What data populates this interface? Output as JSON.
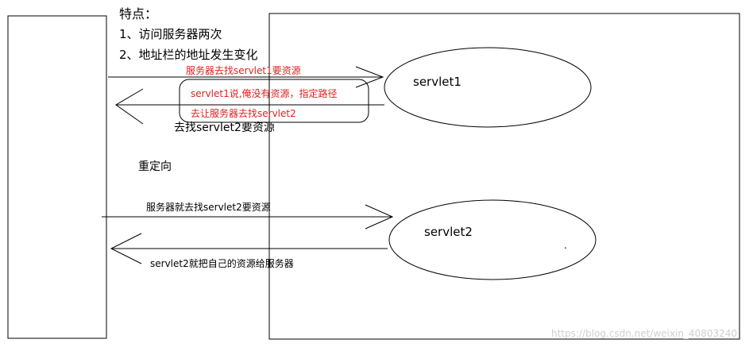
{
  "notes": {
    "heading": "特点：",
    "point1": "1、访问服务器两次",
    "point2": "2、地址栏的地址发生变化"
  },
  "servers": {
    "servlet1": "servlet1",
    "servlet2": "servlet2"
  },
  "arrows": {
    "request1": "服务器去找servlet1要资源",
    "reply_line1": "servlet1说,俺没有资源，指定路径",
    "reply_line2": "去让服务器去找servlet2",
    "reply_black": "去找servlet2要资源",
    "request2": "服务器就去找servlet2要资源",
    "reply2": "servlet2就把自己的资源给服务器"
  },
  "redirect_label": "重定向",
  "dot": ".",
  "watermark": "https://blog.csdn.net/weixin_40803240",
  "colors": {
    "line": "#000000",
    "red_text": "#e02020"
  }
}
